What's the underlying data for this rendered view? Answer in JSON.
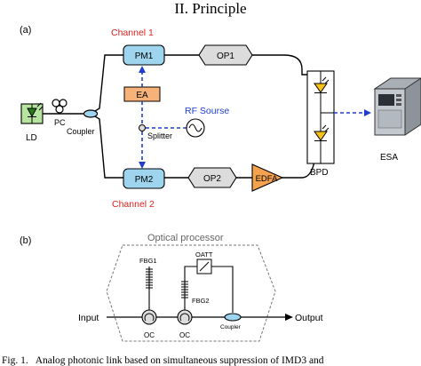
{
  "header": {
    "section_title": "II. Principle"
  },
  "diagram_a": {
    "panel_label": "(a)",
    "channel1": "Channel 1",
    "channel2": "Channel 2",
    "ld": "LD",
    "pc": "PC",
    "coupler": "Coupler",
    "pm1": "PM1",
    "pm2": "PM2",
    "op1": "OP1",
    "op2": "OP2",
    "ea": "EA",
    "rf_source": "RF Sourse",
    "splitter": "Splitter",
    "edfa": "EDFA",
    "bpd": "BPD",
    "esa": "ESA"
  },
  "diagram_b": {
    "panel_label": "(b)",
    "title": "Optical processor",
    "fbg1": "FBG1",
    "fbg2": "FBG2",
    "oatt": "OATT",
    "oc1": "OC",
    "oc2": "OC",
    "coupler": "Coupler",
    "input": "Input",
    "output": "Output"
  },
  "caption": {
    "text": "Fig. 1.   Analog photonic link based on simultaneous suppression of IMD3 and"
  },
  "colors": {
    "modulator_fill": "#9ed4ee",
    "processor_fill": "#dcdcdc",
    "ea_fill": "#f7b27a",
    "edfa_fill": "#f5a24e",
    "ld_fill": "#b6e39d",
    "bpd_fill": "#f5c21b",
    "esa_fill": "#c4c9cf",
    "rf_link": "#1f3ecf",
    "channel_label": "#e02020"
  }
}
